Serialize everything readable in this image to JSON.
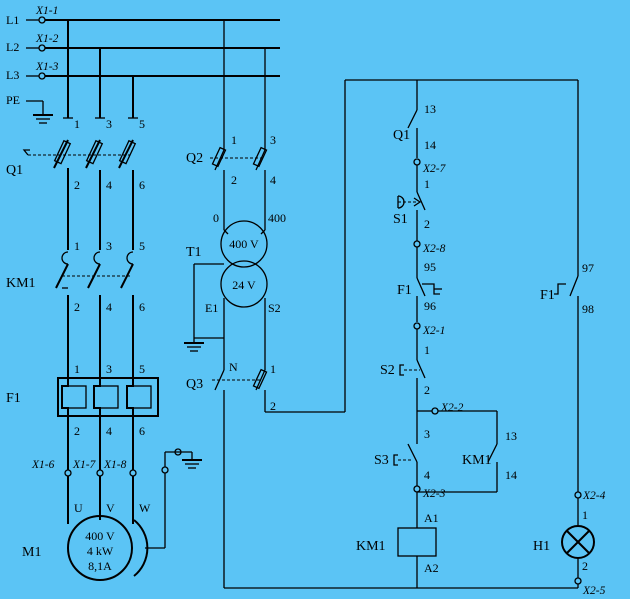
{
  "power_lines": {
    "l1": "L1",
    "l2": "L2",
    "l3": "L3",
    "pe": "PE",
    "x11": "X1-1",
    "x12": "X1-2",
    "x13": "X1-3"
  },
  "main_circuit": {
    "q1": "Q1",
    "km1": "KM1",
    "f1": "F1",
    "m1": "M1",
    "q1_top": [
      "1",
      "3",
      "5"
    ],
    "q1_bot": [
      "2",
      "4",
      "6"
    ],
    "km1_top": [
      "1",
      "3",
      "5"
    ],
    "km1_bot": [
      "2",
      "4",
      "6"
    ],
    "f1_top": [
      "1",
      "3",
      "5"
    ],
    "f1_bot": [
      "2",
      "4",
      "6"
    ],
    "motor_terms": [
      "X1-6",
      "X1-7",
      "X1-8"
    ],
    "motor_phases": [
      "U",
      "V",
      "W"
    ],
    "motor_rating": [
      "400 V",
      "4 kW",
      "8,1A"
    ]
  },
  "transformer": {
    "q2": "Q2",
    "q2_top": [
      "1",
      "3"
    ],
    "q2_bot": [
      "2",
      "4"
    ],
    "t1": "T1",
    "prim_left": "0",
    "prim_right": "400",
    "primary": "400 V",
    "secondary": "24 V",
    "sec_left": "E1",
    "sec_right": "S2",
    "q3": "Q3",
    "q3_n": "N",
    "q3_1": "1",
    "q3_2": "2"
  },
  "control": {
    "q1": "Q1",
    "q1_13": "13",
    "q1_14": "14",
    "x27": "X2-7",
    "s1": "S1",
    "s1_1": "1",
    "s1_2": "2",
    "x28": "X2-8",
    "f1": "F1",
    "f1_95": "95",
    "f1_96": "96",
    "x21": "X2-1",
    "s2": "S2",
    "s2_1": "1",
    "s2_2": "2",
    "x22": "X2-2",
    "s3": "S3",
    "s3_3": "3",
    "s3_4": "4",
    "x23": "X2-3",
    "km1_aux": "KM1",
    "km1_13": "13",
    "km1_14": "14",
    "km1_coil": "KM1",
    "a1": "A1",
    "a2": "A2",
    "f1b": "F1",
    "f1b_97": "97",
    "f1b_98": "98",
    "x24": "X2-4",
    "h1": "H1",
    "h1_1": "1",
    "h1_2": "2",
    "x25": "X2-5"
  }
}
